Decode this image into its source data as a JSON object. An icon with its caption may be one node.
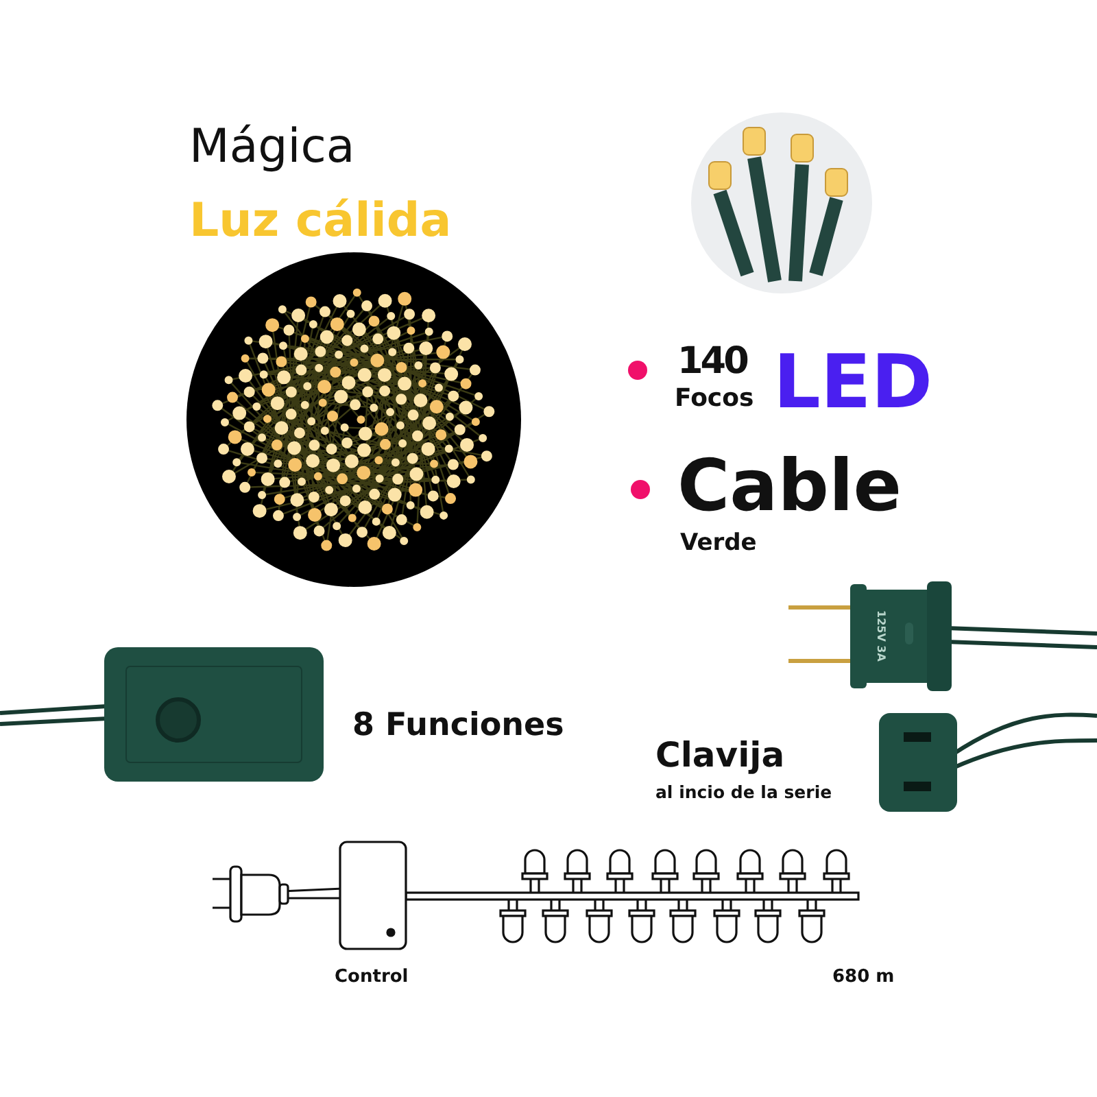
{
  "diagram": {
    "labels": [
      "Mágica",
      "Luz cálida",
      "140",
      "Focos",
      "LED",
      "Cable",
      "Verde",
      "8 Funciones",
      "125V 3A",
      "Clavija",
      "al incio de la serie",
      "Control",
      "680 m"
    ]
  }
}
